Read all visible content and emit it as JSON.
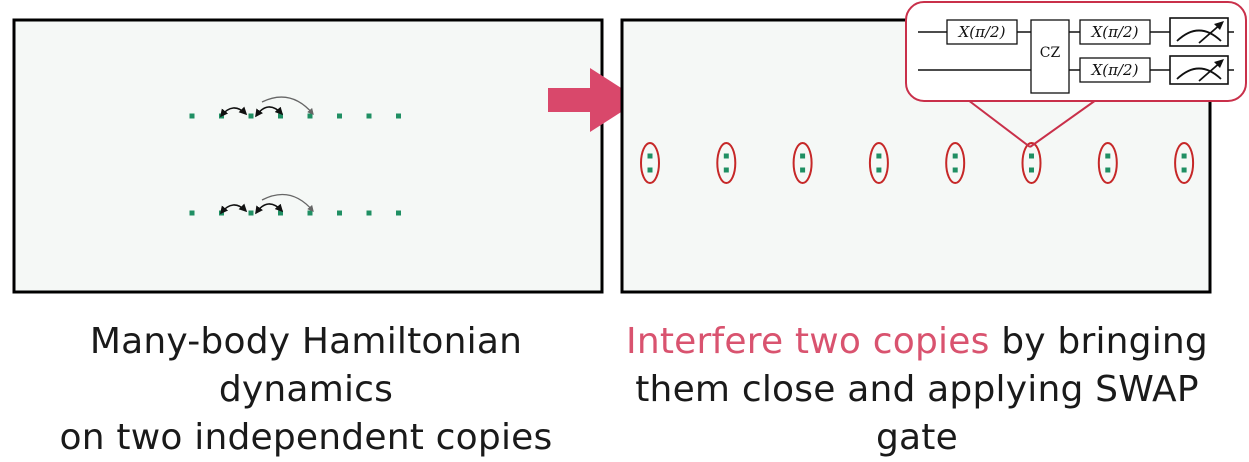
{
  "colors": {
    "accent": "#d9536f",
    "ellipse": "#c62828",
    "atom": "#1f8f63",
    "panel_bg": "#f5f8f6",
    "callout": "#c9304a"
  },
  "left_panel": {
    "rows": 2,
    "atoms_per_row": 8,
    "caption_line1": "Many-body Hamiltonian dynamics",
    "caption_line2": "on two independent copies"
  },
  "right_panel": {
    "pairs": 8,
    "caption_highlight": "Interfere two copies",
    "caption_rest1": " by bringing",
    "caption_line2": "them close and applying SWAP gate"
  },
  "circuit": {
    "gate_top_1": "X(π/2)",
    "gate_cz": "CZ",
    "gate_top_2": "X(π/2)",
    "gate_bottom": "X(π/2)",
    "measure_icon": "meter-icon"
  },
  "arrow_icon": "right-arrow-icon"
}
